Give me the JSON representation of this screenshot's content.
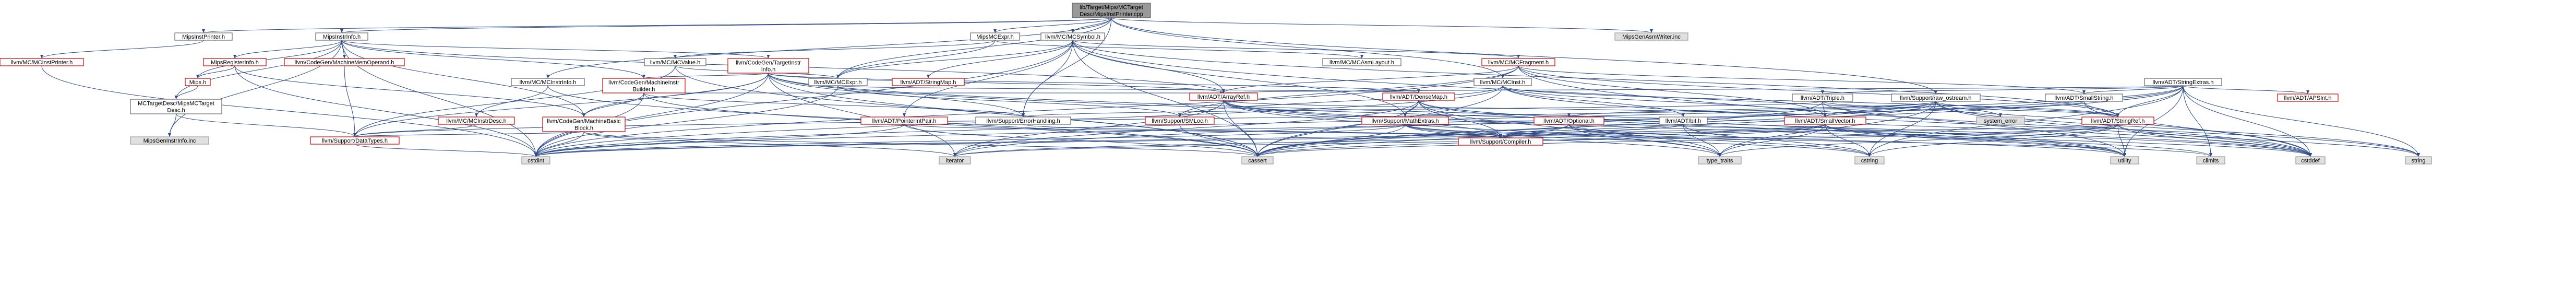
{
  "colors": {
    "root_fill": "#999999",
    "root_stroke": "#666666",
    "normal_fill": "#ffffff",
    "normal_stroke": "#666666",
    "red_stroke": "#cc0000",
    "system_fill": "#e0e0e0",
    "system_stroke": "#999999",
    "edge": "#2b4a8a"
  },
  "nodes": [
    {
      "id": "root",
      "label": [
        "lib/Target/Mips/MCTarget",
        "Desc/MipsInstPrinter.cpp"
      ],
      "kind": "root"
    },
    {
      "id": "mipsinstprinter_h",
      "label": [
        "MipsInstPrinter.h"
      ],
      "kind": "normal"
    },
    {
      "id": "mipsinstinfo_h",
      "label": [
        "MipsInstrInfo.h"
      ],
      "kind": "normal"
    },
    {
      "id": "mipsmcexpr_h",
      "label": [
        "MipsMCExpr.h"
      ],
      "kind": "normal"
    },
    {
      "id": "mcsymbol_h",
      "label": [
        "llvm/MC/MCSymbol.h"
      ],
      "kind": "normal"
    },
    {
      "id": "mipsgenasmwriter_inc",
      "label": [
        "MipsGenAsmWriter.inc"
      ],
      "kind": "system"
    },
    {
      "id": "mcinstprinter_h",
      "label": [
        "llvm/MC/MCInstPrinter.h"
      ],
      "kind": "red"
    },
    {
      "id": "mipsreginfo_h",
      "label": [
        "MipsRegisterInfo.h"
      ],
      "kind": "red"
    },
    {
      "id": "machinememoperand_h",
      "label": [
        "llvm/CodeGen/MachineMemOperand.h"
      ],
      "kind": "red"
    },
    {
      "id": "targetinstrinfo_h",
      "label": [
        "llvm/CodeGen/TargetInstr",
        "Info.h"
      ],
      "kind": "red"
    },
    {
      "id": "mcvalue_h",
      "label": [
        "llvm/MC/MCValue.h"
      ],
      "kind": "normal"
    },
    {
      "id": "mcasmlayout_h",
      "label": [
        "llvm/MC/MCAsmLayout.h"
      ],
      "kind": "normal"
    },
    {
      "id": "mcfragment_h",
      "label": [
        "llvm/MC/MCFragment.h"
      ],
      "kind": "red"
    },
    {
      "id": "mcinst_h",
      "label": [
        "llvm/MC/MCInst.h"
      ],
      "kind": "normal"
    },
    {
      "id": "stringextras_h",
      "label": [
        "llvm/ADT/StringExtras.h"
      ],
      "kind": "normal"
    },
    {
      "id": "mips_h",
      "label": [
        "Mips.h"
      ],
      "kind": "red"
    },
    {
      "id": "mcinstrinfo_h",
      "label": [
        "llvm/MC/MCInstrInfo.h"
      ],
      "kind": "normal"
    },
    {
      "id": "machineinstrbuilder_h",
      "label": [
        "llvm/CodeGen/MachineInstr",
        "Builder.h"
      ],
      "kind": "red"
    },
    {
      "id": "mcexpr_h",
      "label": [
        "llvm/MC/MCExpr.h"
      ],
      "kind": "normal"
    },
    {
      "id": "stringmap_h",
      "label": [
        "llvm/ADT/StringMap.h"
      ],
      "kind": "red"
    },
    {
      "id": "arrayref_h",
      "label": [
        "llvm/ADT/ArrayRef.h"
      ],
      "kind": "red"
    },
    {
      "id": "densemap_h",
      "label": [
        "llvm/ADT/DenseMap.h"
      ],
      "kind": "red"
    },
    {
      "id": "triple_h",
      "label": [
        "llvm/ADT/Triple.h"
      ],
      "kind": "normal"
    },
    {
      "id": "raw_ostream_h",
      "label": [
        "llvm/Support/raw_ostream.h"
      ],
      "kind": "normal"
    },
    {
      "id": "smallstring_h",
      "label": [
        "llvm/ADT/SmallString.h"
      ],
      "kind": "normal"
    },
    {
      "id": "apsint_h",
      "label": [
        "llvm/ADT/APSInt.h"
      ],
      "kind": "red"
    },
    {
      "id": "mctargetdesc_h",
      "label": [
        "MCTargetDesc/MipsMCTarget",
        "Desc.h"
      ],
      "kind": "normal"
    },
    {
      "id": "mcinstrdesc_h",
      "label": [
        "llvm/MC/MCInstrDesc.h"
      ],
      "kind": "red"
    },
    {
      "id": "machinebasicblock_h",
      "label": [
        "llvm/CodeGen/MachineBasic",
        "Block.h"
      ],
      "kind": "red"
    },
    {
      "id": "pointerintpair_h",
      "label": [
        "llvm/ADT/PointerIntPair.h"
      ],
      "kind": "red"
    },
    {
      "id": "errorhandling_h",
      "label": [
        "llvm/Support/ErrorHandling.h"
      ],
      "kind": "normal"
    },
    {
      "id": "smloc_h",
      "label": [
        "llvm/Support/SMLoc.h"
      ],
      "kind": "red"
    },
    {
      "id": "mathextras_h",
      "label": [
        "llvm/Support/MathExtras.h"
      ],
      "kind": "red"
    },
    {
      "id": "optional_h",
      "label": [
        "llvm/ADT/Optional.h"
      ],
      "kind": "red"
    },
    {
      "id": "bit_h",
      "label": [
        "llvm/ADT/bit.h"
      ],
      "kind": "normal"
    },
    {
      "id": "smallvector_h",
      "label": [
        "llvm/ADT/SmallVector.h"
      ],
      "kind": "red"
    },
    {
      "id": "stringref_h",
      "label": [
        "llvm/ADT/StringRef.h"
      ],
      "kind": "red"
    },
    {
      "id": "system_error",
      "label": [
        "system_error"
      ],
      "kind": "system"
    },
    {
      "id": "mipsgeninstrinfo_inc",
      "label": [
        "MipsGenInstrInfo.inc"
      ],
      "kind": "system"
    },
    {
      "id": "datatypes_h",
      "label": [
        "llvm/Support/DataTypes.h"
      ],
      "kind": "red"
    },
    {
      "id": "compiler_h",
      "label": [
        "llvm/Support/Compiler.h"
      ],
      "kind": "red"
    },
    {
      "id": "cstdint",
      "label": [
        "cstdint"
      ],
      "kind": "system"
    },
    {
      "id": "iterator",
      "label": [
        "iterator"
      ],
      "kind": "system"
    },
    {
      "id": "cassert",
      "label": [
        "cassert"
      ],
      "kind": "system"
    },
    {
      "id": "type_traits",
      "label": [
        "type_traits"
      ],
      "kind": "system"
    },
    {
      "id": "cstring",
      "label": [
        "cstring"
      ],
      "kind": "system"
    },
    {
      "id": "utility",
      "label": [
        "utility"
      ],
      "kind": "system"
    },
    {
      "id": "climits",
      "label": [
        "climits"
      ],
      "kind": "system"
    },
    {
      "id": "cstddef",
      "label": [
        "cstddef"
      ],
      "kind": "system"
    },
    {
      "id": "string",
      "label": [
        "string"
      ],
      "kind": "system"
    }
  ],
  "edges": [
    [
      "root",
      "mipsinstprinter_h"
    ],
    [
      "root",
      "mipsinstinfo_h"
    ],
    [
      "root",
      "mipsmcexpr_h"
    ],
    [
      "root",
      "mcsymbol_h"
    ],
    [
      "root",
      "mipsgenasmwriter_inc"
    ],
    [
      "root",
      "mcinst_h"
    ],
    [
      "root",
      "mcexpr_h"
    ],
    [
      "root",
      "raw_ostream_h"
    ],
    [
      "root",
      "errorhandling_h"
    ],
    [
      "root",
      "mcinstrinfo_h"
    ],
    [
      "mipsinstprinter_h",
      "mcinstprinter_h"
    ],
    [
      "mcinstprinter_h",
      "cstdint"
    ],
    [
      "mipsinstinfo_h",
      "mipsreginfo_h"
    ],
    [
      "mipsinstinfo_h",
      "machinememoperand_h"
    ],
    [
      "mipsinstinfo_h",
      "targetinstrinfo_h"
    ],
    [
      "mipsinstinfo_h",
      "mips_h"
    ],
    [
      "mipsinstinfo_h",
      "mctargetdesc_h"
    ],
    [
      "mipsinstinfo_h",
      "machinebasicblock_h"
    ],
    [
      "mipsinstinfo_h",
      "machineinstrbuilder_h"
    ],
    [
      "mipsinstinfo_h",
      "mipsgeninstrinfo_inc"
    ],
    [
      "mipsinstinfo_h",
      "cstdint"
    ],
    [
      "mipsinstinfo_h",
      "arrayref_h"
    ],
    [
      "mipsreginfo_h",
      "mips_h"
    ],
    [
      "mipsreginfo_h",
      "machinebasicblock_h"
    ],
    [
      "mipsreginfo_h",
      "cstdint"
    ],
    [
      "mips_h",
      "mctargetdesc_h"
    ],
    [
      "mctargetdesc_h",
      "datatypes_h"
    ],
    [
      "mctargetdesc_h",
      "mipsgeninstrinfo_inc"
    ],
    [
      "machinememoperand_h",
      "datatypes_h"
    ],
    [
      "targetinstrinfo_h",
      "machinebasicblock_h"
    ],
    [
      "targetinstrinfo_h",
      "machineinstrbuilder_h"
    ],
    [
      "targetinstrinfo_h",
      "errorhandling_h"
    ],
    [
      "targetinstrinfo_h",
      "cassert"
    ],
    [
      "targetinstrinfo_h",
      "cstddef"
    ],
    [
      "targetinstrinfo_h",
      "cstdint"
    ],
    [
      "targetinstrinfo_h",
      "utility"
    ],
    [
      "targetinstrinfo_h",
      "arrayref_h"
    ],
    [
      "targetinstrinfo_h",
      "densemap_h"
    ],
    [
      "targetinstrinfo_h",
      "iterator"
    ],
    [
      "targetinstrinfo_h",
      "datatypes_h"
    ],
    [
      "mipsmcexpr_h",
      "mcvalue_h"
    ],
    [
      "mipsmcexpr_h",
      "mcasmlayout_h"
    ],
    [
      "mipsmcexpr_h",
      "mcexpr_h"
    ],
    [
      "mcvalue_h",
      "mcexpr_h"
    ],
    [
      "mcvalue_h",
      "datatypes_h"
    ],
    [
      "mcvalue_h",
      "cassert"
    ],
    [
      "mcsymbol_h",
      "mcfragment_h"
    ],
    [
      "mcsymbol_h",
      "stringmap_h"
    ],
    [
      "mcsymbol_h",
      "pointerintpair_h"
    ],
    [
      "mcsymbol_h",
      "mcexpr_h"
    ],
    [
      "mcsymbol_h",
      "errorhandling_h"
    ],
    [
      "mcsymbol_h",
      "mathextras_h"
    ],
    [
      "mcsymbol_h",
      "cassert"
    ],
    [
      "mcsymbol_h",
      "cstddef"
    ],
    [
      "mcsymbol_h",
      "cstdint"
    ],
    [
      "mcsymbol_h",
      "arrayref_h"
    ],
    [
      "mcsymbol_h",
      "stringref_h"
    ],
    [
      "mcfragment_h",
      "arrayref_h"
    ],
    [
      "mcfragment_h",
      "smallstring_h"
    ],
    [
      "mcfragment_h",
      "smallvector_h"
    ],
    [
      "mcfragment_h",
      "stringref_h"
    ],
    [
      "mcfragment_h",
      "mcinst_h"
    ],
    [
      "mcfragment_h",
      "smloc_h"
    ],
    [
      "mcfragment_h",
      "cstdint"
    ],
    [
      "mcfragment_h",
      "utility"
    ],
    [
      "mcinst_h",
      "smallvector_h"
    ],
    [
      "mcinst_h",
      "smloc_h"
    ],
    [
      "mcinst_h",
      "bit_h"
    ],
    [
      "mcinst_h",
      "cassert"
    ],
    [
      "mcinst_h",
      "cstddef"
    ],
    [
      "mcinst_h",
      "cstdint"
    ],
    [
      "mcinst_h",
      "stringref_h"
    ],
    [
      "stringextras_h",
      "apsint_h"
    ],
    [
      "stringextras_h",
      "arrayref_h"
    ],
    [
      "stringextras_h",
      "smallstring_h"
    ],
    [
      "stringextras_h",
      "stringref_h"
    ],
    [
      "stringextras_h",
      "triple_h"
    ],
    [
      "stringextras_h",
      "cassert"
    ],
    [
      "stringextras_h",
      "cstddef"
    ],
    [
      "stringextras_h",
      "cstdint"
    ],
    [
      "stringextras_h",
      "cstdlib"
    ],
    [
      "stringextras_h",
      "cstring"
    ],
    [
      "stringextras_h",
      "iterator"
    ],
    [
      "stringextras_h",
      "string"
    ],
    [
      "stringextras_h",
      "utility"
    ],
    [
      "stringextras_h",
      "climits"
    ],
    [
      "mcexpr_h",
      "smloc_h"
    ],
    [
      "mcexpr_h",
      "densemap_h"
    ],
    [
      "mcexpr_h",
      "cstdint"
    ],
    [
      "machineinstrbuilder_h",
      "machinebasicblock_h"
    ],
    [
      "machineinstrbuilder_h",
      "errorhandling_h"
    ],
    [
      "machineinstrbuilder_h",
      "arrayref_h"
    ],
    [
      "machineinstrbuilder_h",
      "cassert"
    ],
    [
      "machineinstrbuilder_h",
      "cstdint"
    ],
    [
      "mcinstrinfo_h",
      "mcinstrdesc_h"
    ],
    [
      "mcinstrinfo_h",
      "cassert"
    ],
    [
      "mcinstrdesc_h",
      "datatypes_h"
    ],
    [
      "machinebasicblock_h",
      "datatypes_h"
    ],
    [
      "machinebasicblock_h",
      "cassert"
    ],
    [
      "machinebasicblock_h",
      "cstdint"
    ],
    [
      "machinebasicblock_h",
      "iterator"
    ],
    [
      "arrayref_h",
      "smallvector_h"
    ],
    [
      "arrayref_h",
      "compiler_h"
    ],
    [
      "arrayref_h",
      "cassert"
    ],
    [
      "arrayref_h",
      "cstddef"
    ],
    [
      "arrayref_h",
      "iterator"
    ],
    [
      "arrayref_h",
      "type_traits"
    ],
    [
      "arrayref_h",
      "utility"
    ],
    [
      "densemap_h",
      "mathextras_h"
    ],
    [
      "densemap_h",
      "compiler_h"
    ],
    [
      "densemap_h",
      "cassert"
    ],
    [
      "densemap_h",
      "cstddef"
    ],
    [
      "densemap_h",
      "iterator"
    ],
    [
      "densemap_h",
      "type_traits"
    ],
    [
      "densemap_h",
      "utility"
    ],
    [
      "triple_h",
      "stringref_h"
    ],
    [
      "triple_h",
      "errorhandling_h"
    ],
    [
      "triple_h",
      "cassert"
    ],
    [
      "triple_h",
      "smallvector_h"
    ],
    [
      "triple_h",
      "string"
    ],
    [
      "raw_ostream_h",
      "stringref_h"
    ],
    [
      "raw_ostream_h",
      "cassert"
    ],
    [
      "raw_ostream_h",
      "cstddef"
    ],
    [
      "raw_ostream_h",
      "cstdint"
    ],
    [
      "raw_ostream_h",
      "cstring"
    ],
    [
      "raw_ostream_h",
      "string"
    ],
    [
      "raw_ostream_h",
      "system_error"
    ],
    [
      "raw_ostream_h",
      "type_traits"
    ],
    [
      "raw_ostream_h",
      "optional_h"
    ],
    [
      "raw_ostream_h",
      "datatypes_h"
    ],
    [
      "raw_ostream_h",
      "smallvector_h"
    ],
    [
      "smallstring_h",
      "smallvector_h"
    ],
    [
      "smallstring_h",
      "stringref_h"
    ],
    [
      "smallstring_h",
      "cstddef"
    ],
    [
      "pointerintpair_h",
      "compiler_h"
    ],
    [
      "pointerintpair_h",
      "cassert"
    ],
    [
      "pointerintpair_h",
      "cstdint"
    ],
    [
      "pointerintpair_h",
      "limits"
    ],
    [
      "smloc_h",
      "cassert"
    ],
    [
      "mathextras_h",
      "bit_h"
    ],
    [
      "mathextras_h",
      "compiler_h"
    ],
    [
      "mathextras_h",
      "cassert"
    ],
    [
      "mathextras_h",
      "climits"
    ],
    [
      "mathextras_h",
      "cstring"
    ],
    [
      "mathextras_h",
      "type_traits"
    ],
    [
      "mathextras_h",
      "cstdint"
    ],
    [
      "optional_h",
      "compiler_h"
    ],
    [
      "optional_h",
      "cassert"
    ],
    [
      "optional_h",
      "cstring"
    ],
    [
      "optional_h",
      "new"
    ],
    [
      "optional_h",
      "utility"
    ],
    [
      "optional_h",
      "type_traits"
    ],
    [
      "bit_h",
      "compiler_h"
    ],
    [
      "bit_h",
      "cstdint"
    ],
    [
      "bit_h",
      "cstring"
    ],
    [
      "bit_h",
      "type_traits"
    ],
    [
      "smallvector_h",
      "compiler_h"
    ],
    [
      "smallvector_h",
      "cassert"
    ],
    [
      "smallvector_h",
      "cstddef"
    ],
    [
      "smallvector_h",
      "cstdlib"
    ],
    [
      "smallvector_h",
      "cstring"
    ],
    [
      "smallvector_h",
      "iterator"
    ],
    [
      "smallvector_h",
      "type_traits"
    ],
    [
      "smallvector_h",
      "utility"
    ],
    [
      "smallvector_h",
      "climits"
    ],
    [
      "smallvector_h",
      "cstdint"
    ],
    [
      "stringref_h",
      "compiler_h"
    ],
    [
      "stringref_h",
      "cassert"
    ],
    [
      "stringref_h",
      "cstddef"
    ],
    [
      "stringref_h",
      "cstring"
    ],
    [
      "stringref_h",
      "iterator"
    ],
    [
      "stringref_h",
      "string"
    ],
    [
      "stringref_h",
      "type_traits"
    ],
    [
      "stringref_h",
      "utility"
    ],
    [
      "stringref_h",
      "limits"
    ],
    [
      "errorhandling_h",
      "compiler_h"
    ],
    [
      "datatypes_h",
      "cstdint"
    ]
  ]
}
